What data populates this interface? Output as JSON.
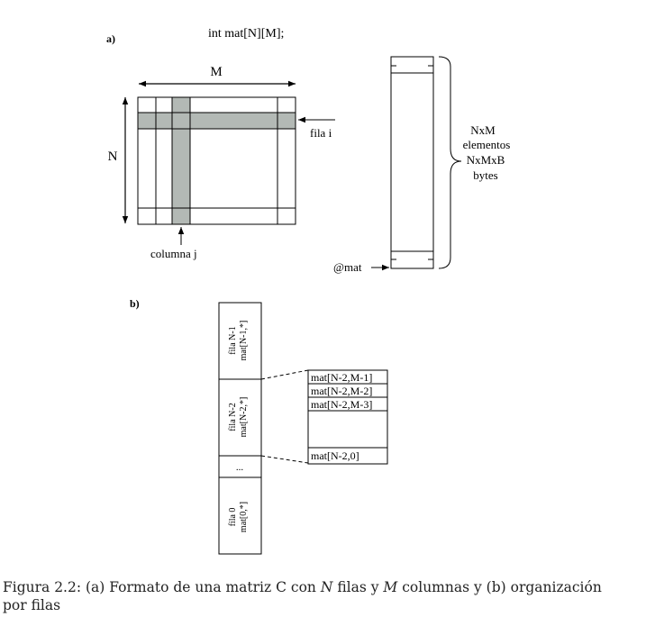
{
  "panel_a": {
    "label": "a)",
    "declaration": "int mat[N][M];",
    "dim_m": "M",
    "dim_n": "N",
    "row_label": "fila i",
    "col_label": "columna j",
    "size_line1": "NxM",
    "size_line2": "elementos",
    "size_line3": "NxMxB",
    "size_line4": "bytes",
    "base_addr": "@mat"
  },
  "panel_b": {
    "label": "b)",
    "row_top_name": "fila N-1",
    "row_top_ref": "mat[N-1,*]",
    "row_mid_name": "fila N-2",
    "row_mid_ref": "mat[N-2,*]",
    "row_dots": "...",
    "row_bottom_name": "fila 0",
    "row_bottom_ref": "mat[0,*]",
    "cells": [
      "mat[N-2,M-1]",
      "mat[N-2,M-2]",
      "mat[N-2,M-3]",
      "mat[N-2,0]"
    ]
  },
  "caption": {
    "part1": "Figura 2.2: (a) Formato de una matriz C con ",
    "var_n": "N",
    "part2": " filas y ",
    "var_m": "M",
    "part3": " columnas y (b) organización",
    "part4": "por filas"
  },
  "colors": {
    "highlight": "#b3b9b5",
    "stroke": "#000000"
  }
}
